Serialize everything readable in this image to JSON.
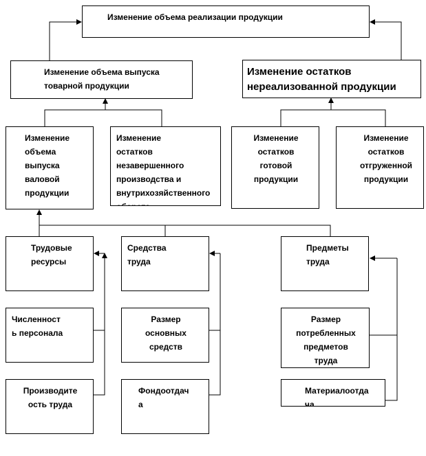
{
  "boxes": {
    "sales": "Изменение объема реализации продукции",
    "commodity_output": "Изменение объема выпуска\nтоварной продукции",
    "unsold_balance": "Изменение остатков\nнереализованной продукции",
    "gross_output": "Изменение\nобъема\nвыпуска\nваловой\nпродукции",
    "wip_balance": "Изменение\nостатков\nнезавершенного\nпроизводства и\nвнутрихозяйственного\nоборота",
    "finished_goods": "Изменение\nостатков\nготовой\nпродукции",
    "shipped_goods": "Изменение\nостатков\nотгруженной\nпродукции",
    "labor": "Трудовые\nресурсы",
    "means": "Средства\nтруда",
    "objects": "Предметы\nтруда",
    "headcount": "Численност\nь персонала",
    "fixed_assets": "Размер\nосновных\nсредств",
    "consumed_objects": "Размер\nпотребленных\nпредметов\nтруда",
    "productivity": "Производите\nость труда",
    "asset_return": "Фондоотдач\nа",
    "material_return": "Материалоотда\nча"
  }
}
